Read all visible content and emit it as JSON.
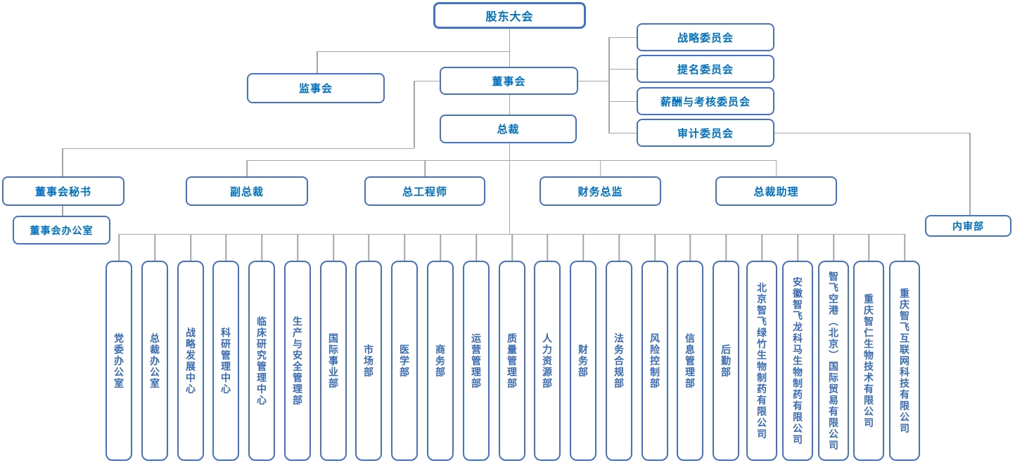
{
  "nodes": {
    "shareholders_meeting": "股东大会",
    "supervisory_board": "监事会",
    "board_of_directors": "董事会",
    "president": "总裁",
    "strategy_committee": "战略委员会",
    "nomination_committee": "提名委员会",
    "remuneration_assessment_committee": "薪酬与考核委员会",
    "audit_committee": "审计委员会",
    "board_secretary": "董事会秘书",
    "board_office": "董事会办公室",
    "vice_president": "副总裁",
    "chief_engineer": "总工程师",
    "finance_director": "财务总监",
    "president_assistant": "总裁助理",
    "internal_audit_dept": "内审部"
  },
  "departments": [
    "党委办公室",
    "总裁办公室",
    "战略发展中心",
    "科研管理中心",
    "临床研究管理中心",
    "生产与安全管理部",
    "国际事业部",
    "市场部",
    "医学部",
    "商务部",
    "运营管理部",
    "质量管理部",
    "人力资源部",
    "财务部",
    "法务合规部",
    "风险控制部",
    "信息管理部",
    "后勤部",
    "北京智飞绿竹生物制药有限公司",
    "安徽智飞龙科马生物制药有限公司",
    "智飞空港（北京）国际贸易有限公司",
    "重庆智仁生物技术有限公司",
    "重庆智飞互联网科技有限公司"
  ],
  "colors": {
    "node_border": "#4472c4",
    "node_text": "#0070c0",
    "vertical_text": "#3a6cb4",
    "connector": "#a6a6a6",
    "background": "#ffffff"
  }
}
